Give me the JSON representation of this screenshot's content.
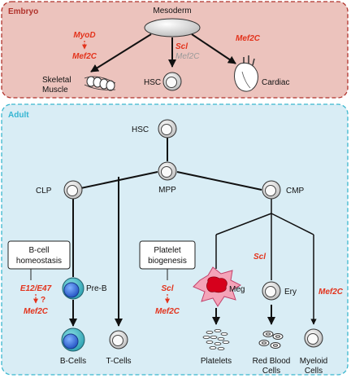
{
  "colors": {
    "embryo_fill": "#ecc3bd",
    "embryo_border": "#b0322b",
    "embryo_title": "#b0322b",
    "adult_fill": "#d9edf5",
    "adult_border": "#3ab7cf",
    "adult_title": "#34b5d2",
    "gene": "#e3331c",
    "gene_gray": "#9a9a9a"
  },
  "embryo": {
    "title": "Embryo",
    "mesoderm": "Mesoderm",
    "genes": {
      "myod": "MyoD",
      "mef2c_muscle": "Mef2C",
      "scl": "Scl",
      "mef2c_gray": "Mef2C",
      "mef2c_cardiac": "Mef2C"
    },
    "targets": {
      "skeletal_line1": "Skeletal",
      "skeletal_line2": "Muscle",
      "hsc": "HSC",
      "cardiac": "Cardiac"
    }
  },
  "adult": {
    "title": "Adult",
    "nodes": {
      "hsc": "HSC",
      "mpp": "MPP",
      "clp": "CLP",
      "cmp": "CMP",
      "pre_b": "Pre-B",
      "meg": "Meg",
      "ery": "Ery"
    },
    "boxes": {
      "bcell_line1": "B-cell",
      "bcell_line2": "homeostasis",
      "platelet_line1": "Platelet",
      "platelet_line2": "biogenesis"
    },
    "genes": {
      "e12e47": "E12/E47",
      "question": "?",
      "mef2c_b": "Mef2C",
      "scl_plt": "Scl",
      "mef2c_plt": "Mef2C",
      "scl_ery": "Scl",
      "mef2c_myeloid": "Mef2C"
    },
    "outputs": {
      "bcells": "B-Cells",
      "tcells": "T-Cells",
      "platelets": "Platelets",
      "rbc_line1": "Red Blood",
      "rbc_line2": "Cells",
      "myeloid_line1": "Myeloid",
      "myeloid_line2": "Cells"
    }
  }
}
